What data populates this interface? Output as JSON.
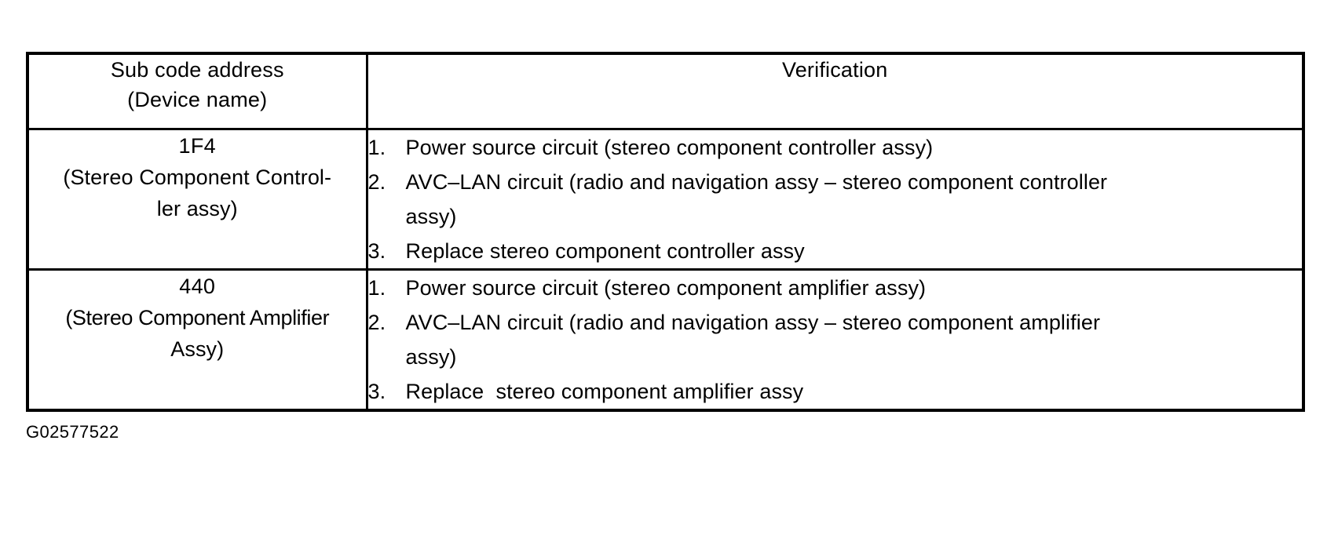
{
  "document": {
    "figure_caption": "G02577522",
    "table": {
      "headers": {
        "address_line1": "Sub code address",
        "address_line2": "(Device name)",
        "verification": "Verification"
      },
      "rows": [
        {
          "code": "1F4",
          "device_name_line1": "(Stereo Component Control-",
          "device_name_line2": "ler assy)",
          "verification_items": [
            {
              "number": "1.",
              "text": "Power source circuit (stereo component controller assy)"
            },
            {
              "number": "2.",
              "text": "AVC–LAN circuit (radio and navigation assy – stereo component controller\nassy)"
            },
            {
              "number": "3.",
              "text": "Replace stereo component controller assy"
            }
          ]
        },
        {
          "code": "440",
          "device_name_line1": "(Stereo Component Amplifier",
          "device_name_line2": "Assy)",
          "verification_items": [
            {
              "number": "1.",
              "text": "Power source circuit (stereo component amplifier assy)"
            },
            {
              "number": "2.",
              "text": "AVC–LAN circuit (radio and navigation assy – stereo component amplifier\nassy)"
            },
            {
              "number": "3.",
              "text": "Replace  stereo component amplifier assy"
            }
          ]
        }
      ]
    }
  }
}
